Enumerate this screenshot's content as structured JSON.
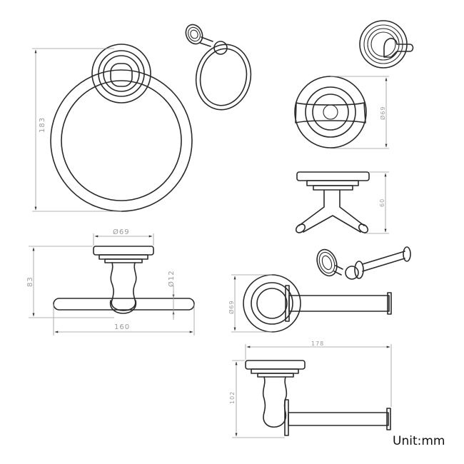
{
  "diagram": {
    "type": "technical product drawing",
    "colors": {
      "line": "#2a2a2a",
      "dimension": "#9a9a9a",
      "background": "#ffffff"
    },
    "products": [
      {
        "name": "towel-ring",
        "views": [
          "front",
          "side",
          "isometric"
        ],
        "dimensions": {
          "height": "183",
          "plate_diameter": "Ø69",
          "depth": "83",
          "width": "160",
          "ring_diameter": "Ø12"
        }
      },
      {
        "name": "robe-hook",
        "views": [
          "isometric",
          "front",
          "side"
        ],
        "dimensions": {
          "plate_diameter": "Ø69",
          "depth": "60"
        }
      },
      {
        "name": "toilet-paper-holder",
        "views": [
          "isometric",
          "front",
          "top"
        ],
        "dimensions": {
          "plate_diameter": "Ø69",
          "length": "178",
          "depth": "102"
        }
      }
    ]
  },
  "labels": {
    "towel_ring_height": "183",
    "towel_ring_plate": "Ø69",
    "towel_ring_depth": "83",
    "towel_ring_width": "160",
    "towel_ring_bar": "Ø12",
    "hook_plate": "Ø69",
    "hook_depth": "60",
    "holder_plate": "Ø69",
    "holder_length": "178",
    "holder_depth": "102",
    "unit": "Unit:mm"
  }
}
